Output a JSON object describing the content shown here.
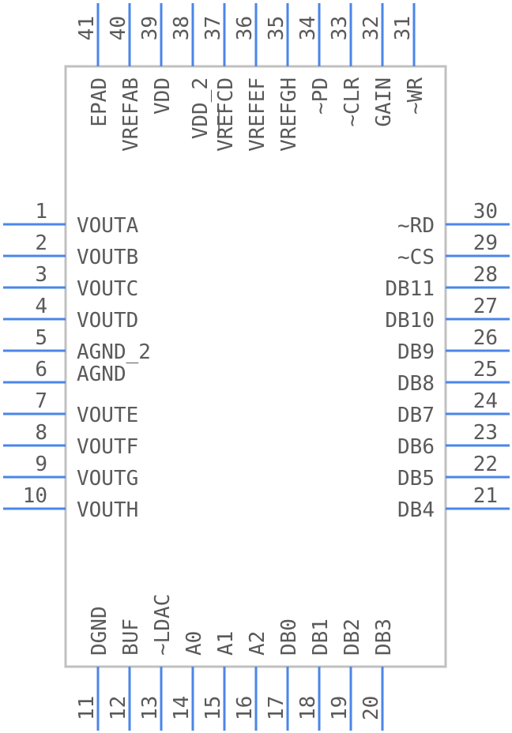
{
  "component": {
    "pins_left": [
      {
        "num": "1",
        "name": "VOUTA"
      },
      {
        "num": "2",
        "name": "VOUTB"
      },
      {
        "num": "3",
        "name": "VOUTC"
      },
      {
        "num": "4",
        "name": "VOUTD"
      },
      {
        "num": "5",
        "name": "AGND_2"
      },
      {
        "num": "6",
        "name": "AGND"
      },
      {
        "num": "7",
        "name": "VOUTE"
      },
      {
        "num": "8",
        "name": "VOUTF"
      },
      {
        "num": "9",
        "name": "VOUTG"
      },
      {
        "num": "10",
        "name": "VOUTH"
      }
    ],
    "pins_right": [
      {
        "num": "30",
        "name": "~RD"
      },
      {
        "num": "29",
        "name": "~CS"
      },
      {
        "num": "28",
        "name": "DB11"
      },
      {
        "num": "27",
        "name": "DB10"
      },
      {
        "num": "26",
        "name": "DB9"
      },
      {
        "num": "25",
        "name": "DB8"
      },
      {
        "num": "24",
        "name": "DB7"
      },
      {
        "num": "23",
        "name": "DB6"
      },
      {
        "num": "22",
        "name": "DB5"
      },
      {
        "num": "21",
        "name": "DB4"
      }
    ],
    "pins_top": [
      {
        "num": "41",
        "name": "EPAD"
      },
      {
        "num": "40",
        "name": "VREFAB"
      },
      {
        "num": "39",
        "name": "VDD"
      },
      {
        "num": "38",
        "name": ""
      },
      {
        "num": "37",
        "name": "VDD_2"
      },
      {
        "num": "36",
        "name": "VREFCD"
      },
      {
        "num": "35",
        "name": "VREFEF"
      },
      {
        "num": "34",
        "name": "VREFGH"
      },
      {
        "num": "33",
        "name": "~PD"
      },
      {
        "num": "32",
        "name": "~CLR"
      },
      {
        "num": "31",
        "name": "GAIN"
      },
      {
        "num": "",
        "name": "~WR"
      }
    ],
    "pins_bottom": [
      {
        "num": "11",
        "name": "DGND"
      },
      {
        "num": "12",
        "name": "BUF"
      },
      {
        "num": "13",
        "name": "~LDAC"
      },
      {
        "num": "14",
        "name": "A0"
      },
      {
        "num": "15",
        "name": "A1"
      },
      {
        "num": "16",
        "name": "A2"
      },
      {
        "num": "17",
        "name": "DB0"
      },
      {
        "num": "18",
        "name": "DB1"
      },
      {
        "num": "19",
        "name": "DB2"
      },
      {
        "num": "20",
        "name": "DB3"
      }
    ],
    "colors": {
      "pin": "#4a86e8",
      "outline": "#c0c0c0",
      "text": "#5a5a5a"
    }
  }
}
